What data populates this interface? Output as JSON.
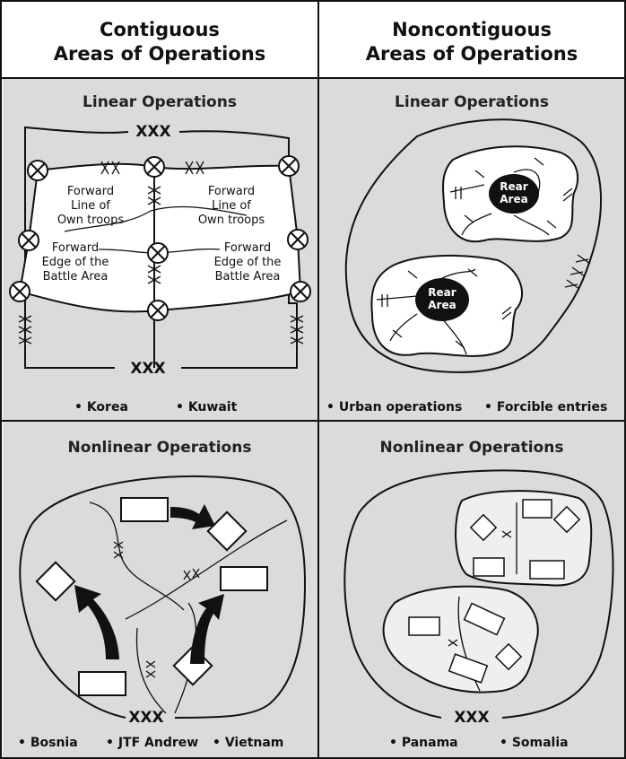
{
  "headers": {
    "contiguous_line1": "Contiguous",
    "contiguous_line2": "Areas of Operations",
    "noncontiguous_line1": "Noncontiguous",
    "noncontiguous_line2": "Areas of Operations"
  },
  "panels": {
    "contiguous_linear": {
      "title": "Linear Operations",
      "boundary_label": "XXX",
      "corps_boundary_label": "XX",
      "flot_left": [
        "Forward",
        "Line of",
        "Own troops"
      ],
      "flot_right": [
        "Forward",
        "Line of",
        "Own troops"
      ],
      "feba_left": [
        "Forward",
        "Edge of the",
        "Battle Area"
      ],
      "feba_right": [
        "Forward",
        "Edge of the",
        "Battle Area"
      ],
      "examples": [
        "• Korea",
        "• Kuwait"
      ]
    },
    "noncontiguous_linear": {
      "title": "Linear Operations",
      "boundary_label": "XXX",
      "rear_area_line1": "Rear",
      "rear_area_line2": "Area",
      "examples": [
        "• Urban operations",
        "• Forcible entries"
      ]
    },
    "contiguous_nonlinear": {
      "title": "Nonlinear Operations",
      "boundary_label": "XXX",
      "examples": [
        "• Bosnia",
        "• JTF Andrew",
        "• Vietnam"
      ]
    },
    "noncontiguous_nonlinear": {
      "title": "Nonlinear Operations",
      "boundary_label": "XXX",
      "examples": [
        "• Panama",
        "• Somalia"
      ]
    }
  },
  "colors": {
    "panel_bg": "#dadbdd",
    "area_fill": "#ffffff",
    "area_fill_light": "#eeeff0",
    "ink": "#111111"
  }
}
